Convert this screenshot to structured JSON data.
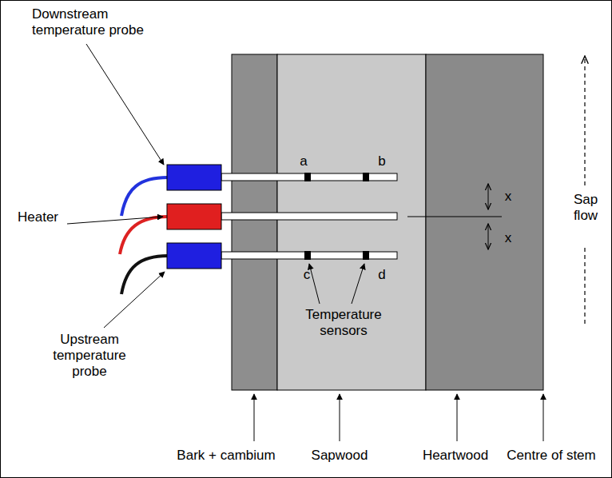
{
  "diagram": {
    "labels": [
      "Downstream temperature probe",
      "Heater",
      "Upstream temperature probe",
      "a",
      "b",
      "c",
      "d",
      "x",
      "x",
      "Temperature sensors",
      "Sap flow",
      "Bark + cambium",
      "Sapwood",
      "Heartwood",
      "Centre of stem"
    ]
  }
}
